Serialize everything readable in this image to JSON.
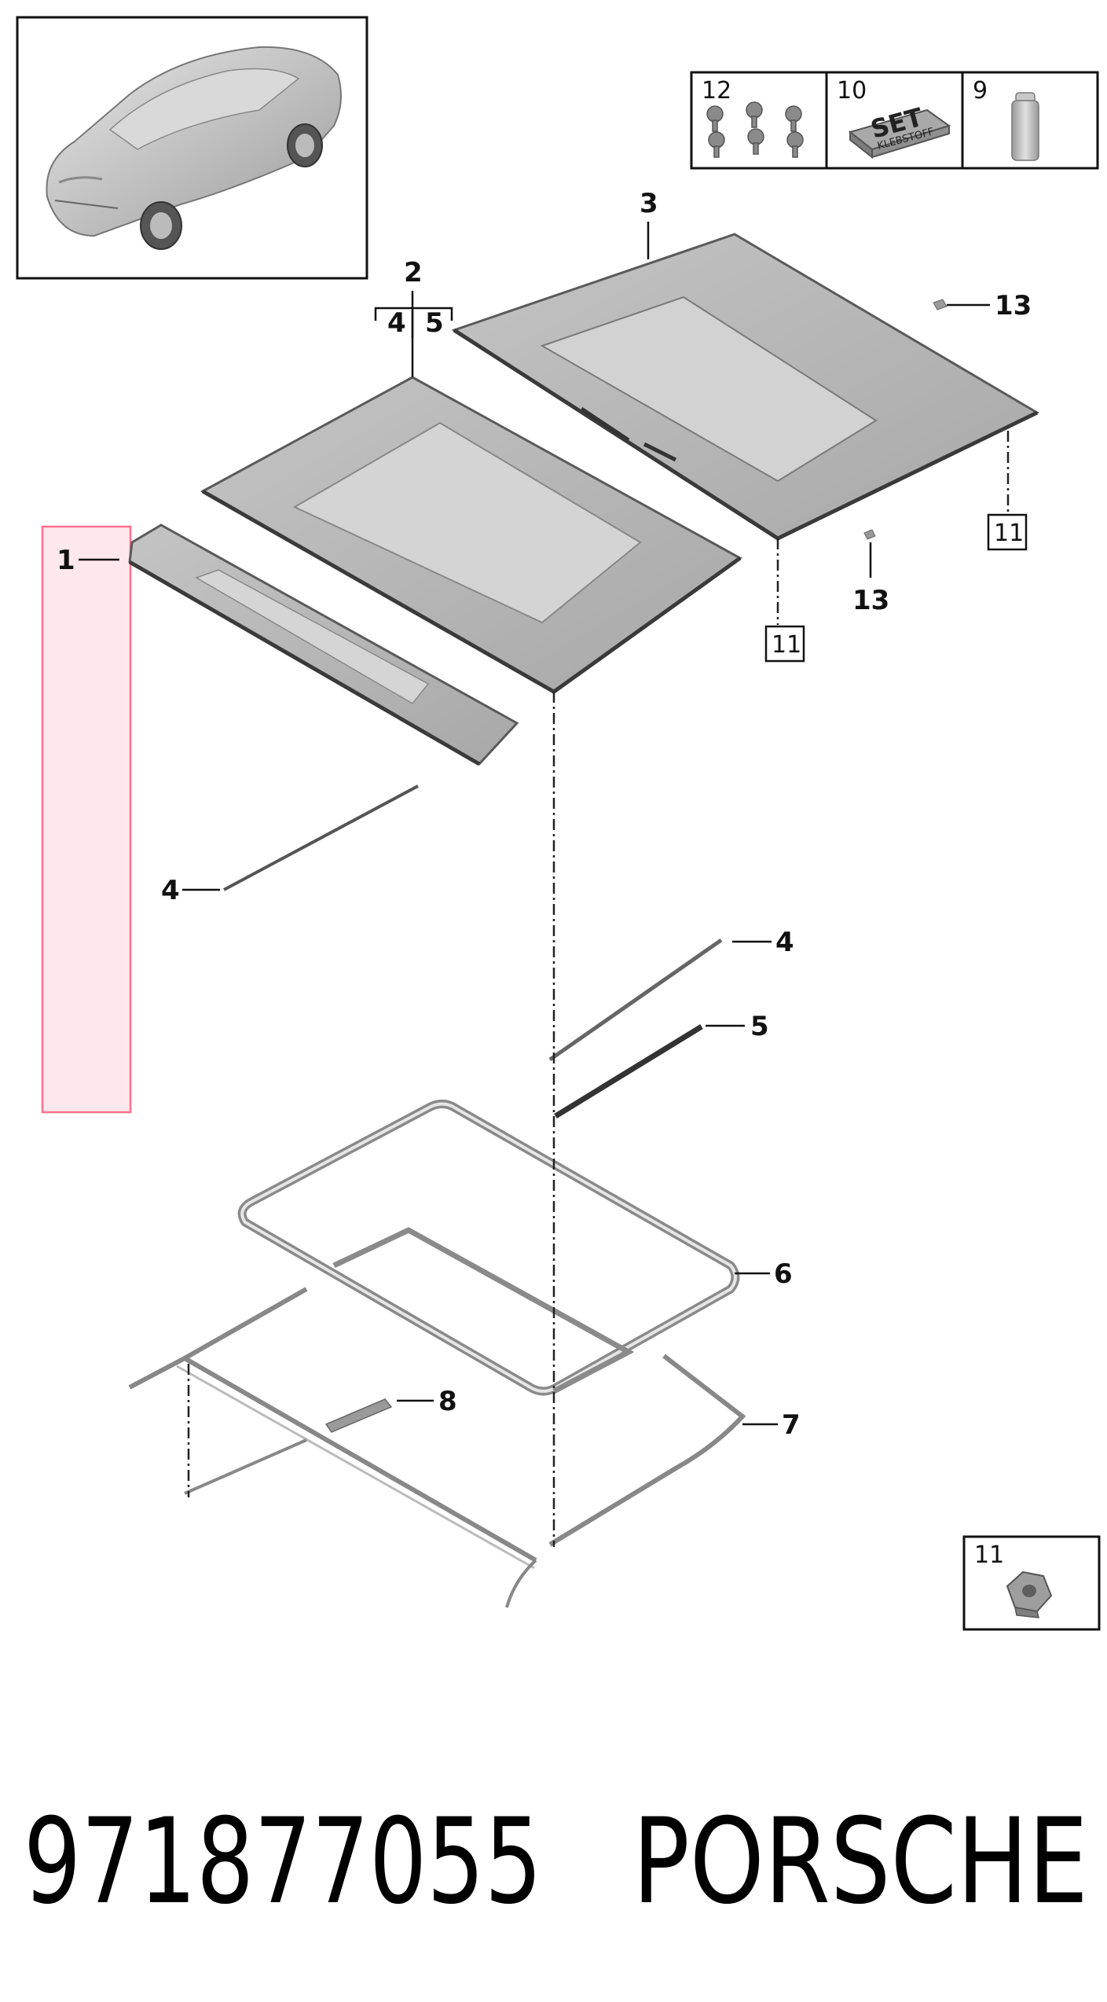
{
  "callouts": {
    "c1": "1",
    "c2": "2",
    "c2_sub_a": "4",
    "c2_sub_b": "5",
    "c3": "3",
    "c4_left": "4",
    "c4_right": "4",
    "c5": "5",
    "c6": "6",
    "c7": "7",
    "c8": "8",
    "c11_a": "11",
    "c11_b": "11",
    "c13_a": "13",
    "c13_b": "13"
  },
  "kit_table": {
    "cells": [
      {
        "label": "12",
        "icon": "screws-icon"
      },
      {
        "label": "10",
        "icon": "adhesive-set-icon"
      },
      {
        "label": "9",
        "icon": "adhesive-cartridge-icon"
      }
    ],
    "set_text": "SET",
    "set_subtext": "KLEBSTOFF"
  },
  "nut_box": {
    "label": "11",
    "icon": "nut-icon"
  },
  "car_thumbnail": {
    "icon": "car-icon"
  },
  "footer": {
    "part_number": "971877055",
    "brand": "PORSCHE"
  },
  "highlight": {
    "color": "#ff6f8f",
    "fill": "#ffd6df"
  }
}
